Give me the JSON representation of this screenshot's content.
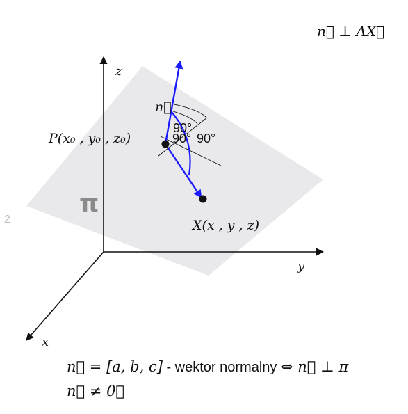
{
  "top_relation": "n⃗ ⊥ AX⃗",
  "axes": {
    "x": "x",
    "y": "y",
    "z": "z"
  },
  "plane_label": "π",
  "page_number": "2",
  "point_P": "P(x₀ , y₀ , z₀)",
  "point_X": "X(x , y , z)",
  "normal_vector_label": "n⃗",
  "angle_labels": [
    "90°",
    "90°",
    "90°"
  ],
  "definition": {
    "vector": "n⃗ = [a, b, c]",
    "text": " - wektor normalny ",
    "iff": "⇔",
    "perp": "n⃗ ⊥ π"
  },
  "nonzero": "n⃗ ≠ 0⃗",
  "colors": {
    "vector": "#1a1aff",
    "plane": "#e9e9ec",
    "axis": "#111111",
    "angle_line": "#111111"
  }
}
